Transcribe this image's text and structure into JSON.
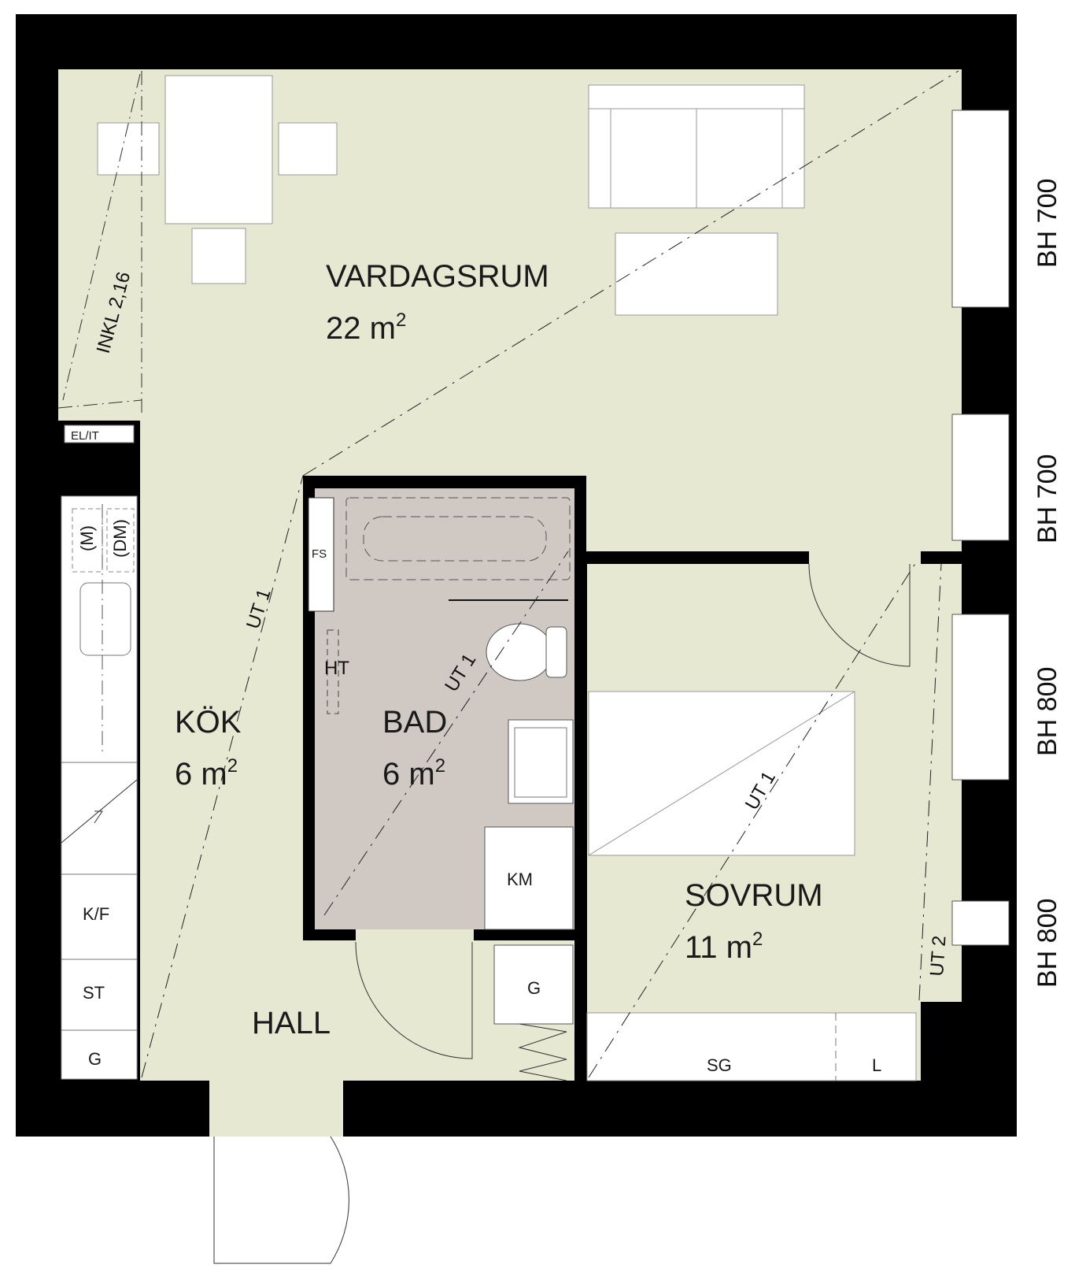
{
  "colors": {
    "wall": "#000000",
    "floor": "#e7e8d2",
    "bath_floor": "#cfc8c3",
    "furniture": "#ffffff",
    "furniture_stroke": "#9a9a9a"
  },
  "rooms": {
    "living": {
      "name": "VARDAGSRUM",
      "area_num": "22 m",
      "area_sup": "2"
    },
    "kitchen": {
      "name": "KÖK",
      "area_num": "6 m",
      "area_sup": "2"
    },
    "bath": {
      "name": "BAD",
      "area_num": "6 m",
      "area_sup": "2"
    },
    "bedroom": {
      "name": "SOVRUM",
      "area_num": "11 m",
      "area_sup": "2"
    },
    "hall": {
      "name": "HALL"
    }
  },
  "annotations": {
    "inkl": "INKL 2,16",
    "ut_kitchen": "UT 1",
    "ut_bath": "UT 1",
    "ut_bedroom": "UT 1",
    "ut_closet": "UT 2"
  },
  "fixtures": {
    "el_it": "EL/IT",
    "m": "(M)",
    "dm": "(DM)",
    "kf": "K/F",
    "st": "ST",
    "g_kitchen": "G",
    "fs": "FS",
    "ht": "HT",
    "km": "KM",
    "g_hall": "G",
    "sg": "SG",
    "l": "L"
  },
  "windows": [
    "BH 700",
    "BH 700",
    "BH 800",
    "BH 800"
  ],
  "icons": [
    "door-swing-icon",
    "bathtub-icon",
    "toilet-icon",
    "sink-icon",
    "sofa-icon",
    "table-icon",
    "chair-icon",
    "bed-icon"
  ]
}
